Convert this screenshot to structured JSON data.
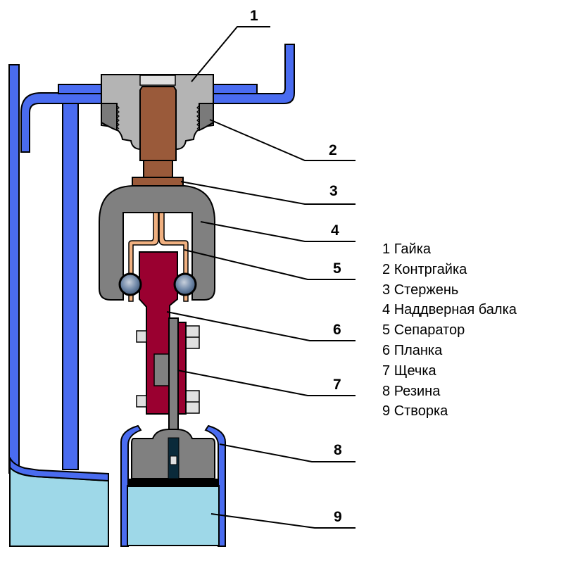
{
  "diagram": {
    "title": "Door suspension assembly cross-section",
    "colors": {
      "frame_blue": "#4a6cf0",
      "door_fill": "#9ed8e8",
      "nut_light": "#b4b4b4",
      "nut_dark": "#7a7a7a",
      "rod_brown": "#9a5a3a",
      "beam_gray": "#808080",
      "separator": "#f0b080",
      "plate_red": "#9a0030",
      "ball": "#5a7090",
      "outline": "#000000"
    },
    "callouts": [
      {
        "number": "1",
        "part": "nut"
      },
      {
        "number": "2",
        "part": "lock-nut"
      },
      {
        "number": "3",
        "part": "rod"
      },
      {
        "number": "4",
        "part": "door-beam"
      },
      {
        "number": "5",
        "part": "separator"
      },
      {
        "number": "6",
        "part": "plate"
      },
      {
        "number": "7",
        "part": "cheek"
      },
      {
        "number": "8",
        "part": "rubber"
      },
      {
        "number": "9",
        "part": "door-leaf"
      }
    ]
  },
  "legend": {
    "items": [
      {
        "number": "1",
        "label": "Гайка"
      },
      {
        "number": "2",
        "label": "Контргайка"
      },
      {
        "number": "3",
        "label": "Стержень"
      },
      {
        "number": "4",
        "label": "Наддверная балка"
      },
      {
        "number": "5",
        "label": "Сепаратор"
      },
      {
        "number": "6",
        "label": "Планка"
      },
      {
        "number": "7",
        "label": "Щечка"
      },
      {
        "number": "8",
        "label": "Резина"
      },
      {
        "number": "9",
        "label": "Створка"
      }
    ]
  }
}
